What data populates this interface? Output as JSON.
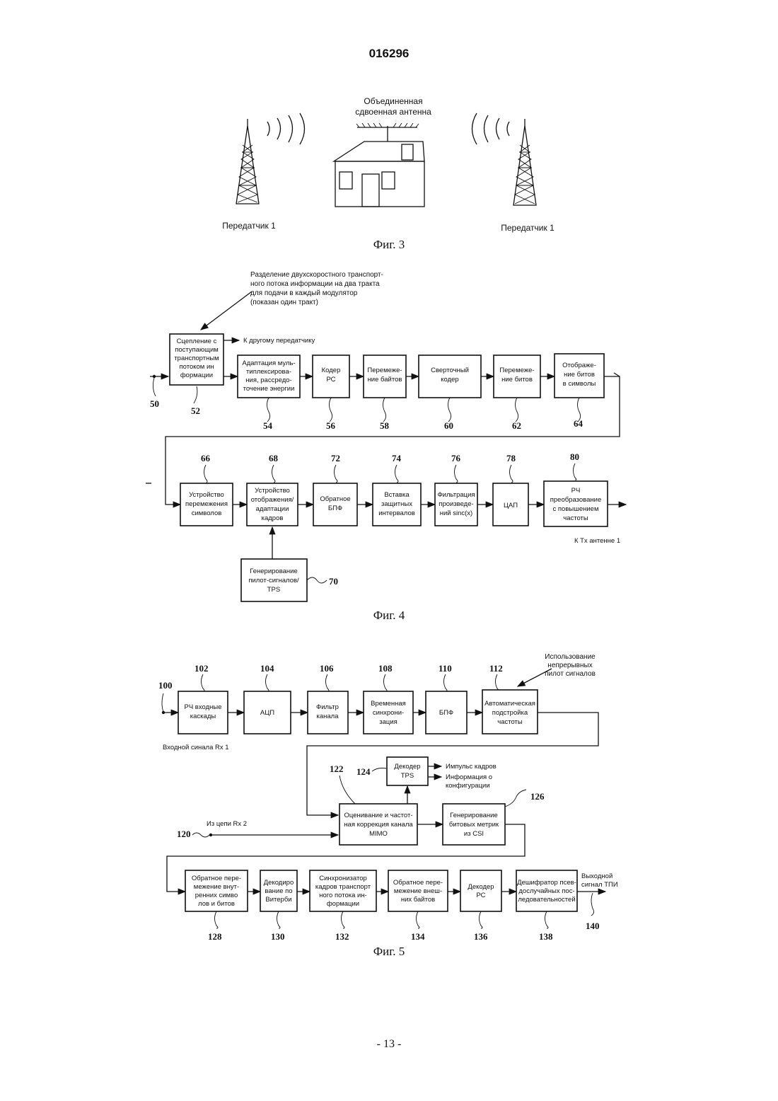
{
  "header": {
    "doc_number": "016296"
  },
  "fig3": {
    "antenna_label_line1": "Объединенная",
    "antenna_label_line2": "сдвоенная антенна",
    "tx_left_label": "Передатчик 1",
    "tx_right_label": "Передатчик 1",
    "caption": "Фиг. 3"
  },
  "fig4": {
    "note_lines": [
      "Разделение двухскоростного транспорт-",
      "ного потока информации на два тракта",
      "для подачи в каждый модулятор",
      "(показан один тракт)"
    ],
    "to_other_tx": "К другому передатчику",
    "input_num": "50",
    "to_antenna": "К Tx антенне 1",
    "blocks": [
      {
        "num": "52",
        "lines": [
          "Сцепление с",
          "поступающим",
          "транспортным",
          "потоком ин",
          "формации"
        ]
      },
      {
        "num": "54",
        "lines": [
          "Адаптация муль-",
          "типлексирова-",
          "ния, рассредо-",
          "точение энергии"
        ]
      },
      {
        "num": "56",
        "lines": [
          "Кодер",
          "РС"
        ]
      },
      {
        "num": "58",
        "lines": [
          "Перемеже-",
          "ние байтов"
        ]
      },
      {
        "num": "60",
        "lines": [
          "Сверточный",
          "кодер"
        ]
      },
      {
        "num": "62",
        "lines": [
          "Перемеже-",
          "ние битов"
        ]
      },
      {
        "num": "64",
        "lines": [
          "Отображе-",
          "ние битов",
          "в символы"
        ]
      },
      {
        "num": "66",
        "lines": [
          "Устройство",
          "перемежения",
          "символов"
        ]
      },
      {
        "num": "68",
        "lines": [
          "Устройство",
          "отображения/",
          "адаптации",
          "кадров"
        ]
      },
      {
        "num": "72",
        "lines": [
          "Обратное",
          "БПФ"
        ]
      },
      {
        "num": "74",
        "lines": [
          "Вставка",
          "защитных",
          "интервалов"
        ]
      },
      {
        "num": "76",
        "lines": [
          "Фильтрация",
          "произведе-",
          "ний sinc(x)"
        ]
      },
      {
        "num": "78",
        "lines": [
          "ЦАП"
        ]
      },
      {
        "num": "80",
        "lines": [
          "РЧ",
          "преобразование",
          "с повышением",
          "частоты"
        ]
      },
      {
        "num": "70",
        "lines": [
          "Генерирование",
          "пилот-сигналов/",
          "TPS"
        ]
      }
    ],
    "caption": "Фиг. 4"
  },
  "fig5": {
    "input_num": "100",
    "input_label": "Входной синала Rx 1",
    "pilot_note_lines": [
      "Использование",
      "непрерывных",
      "пилот сигналов"
    ],
    "rx2_label": "Из цепи Rx 2",
    "rx2_num": "120",
    "frame_pulse": "Импульс кадров",
    "config_info_lines": [
      "Информация о",
      "конфигурации"
    ],
    "output_label_lines": [
      "Выходной",
      "сигнал ТПИ"
    ],
    "output_num": "140",
    "blocks": [
      {
        "num": "102",
        "lines": [
          "РЧ входные",
          "каскады"
        ]
      },
      {
        "num": "104",
        "lines": [
          "АЦП"
        ]
      },
      {
        "num": "106",
        "lines": [
          "Фильтр",
          "канала"
        ]
      },
      {
        "num": "108",
        "lines": [
          "Временная",
          "синхрони-",
          "зация"
        ]
      },
      {
        "num": "110",
        "lines": [
          "БПФ"
        ]
      },
      {
        "num": "112",
        "lines": [
          "Автоматическая",
          "подстройка",
          "частоты"
        ]
      },
      {
        "num": "124",
        "lines": [
          "Декодер",
          "TPS"
        ]
      },
      {
        "num": "122",
        "lines": [
          "Оценивание и частот-",
          "ная коррекция канала",
          "MIMO"
        ]
      },
      {
        "num": "126",
        "lines": [
          "Генерирование",
          "битовых метрик",
          "из CSI"
        ]
      },
      {
        "num": "128",
        "lines": [
          "Обратное пере-",
          "межение внут-",
          "ренних симво",
          "лов и битов"
        ]
      },
      {
        "num": "130",
        "lines": [
          "Декодиро",
          "вание по",
          "Витерби"
        ]
      },
      {
        "num": "132",
        "lines": [
          "Синхронизатор",
          "кадров транспорт",
          "ного потока ин-",
          "формации"
        ]
      },
      {
        "num": "134",
        "lines": [
          "Обратное пере-",
          "межение внеш-",
          "них байтов"
        ]
      },
      {
        "num": "136",
        "lines": [
          "Декодер",
          "РС"
        ]
      },
      {
        "num": "138",
        "lines": [
          "Дешифратор псев-",
          "дослучайных пос-",
          "ледовательностей"
        ]
      }
    ],
    "caption": "Фиг. 5"
  },
  "footer": {
    "page_number": "- 13 -"
  }
}
